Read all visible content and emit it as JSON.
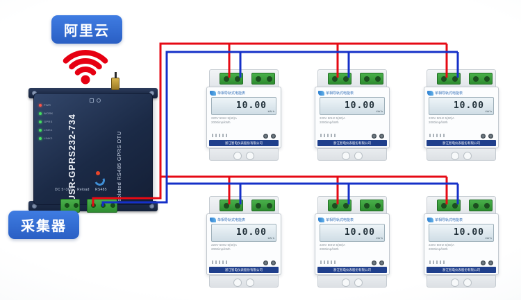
{
  "labels": {
    "cloud": "阿里云",
    "collector": "采集器"
  },
  "colors": {
    "wire_red": "#e60a14",
    "wire_blue": "#1530c8",
    "label_blue": "#2e6bd8",
    "device_navy": "#1d2b47",
    "terminal_green": "#36a038",
    "meter_brand_blue": "#2e7fd0",
    "wifi_red": "#e60012"
  },
  "icons": {
    "wifi": "wifi-signal-icon",
    "antenna": "sma-antenna-connector"
  },
  "dtu": {
    "model": "USR-GPRS232-734",
    "product": "Isolated RS485 GPRS DTU",
    "leds": [
      "PWR",
      "WORK",
      "GPRS",
      "LINK1",
      "LINK2"
    ],
    "port_power": "DC 5~36V",
    "port_reload": "Reload",
    "port_rs485": "RS485"
  },
  "meter": {
    "header": "单相导轨式电能表",
    "unit": "kW·h",
    "spec1": "220V 50Hz 5(60)A",
    "spec2": "2000imp/kWh",
    "company": "浙江智电仪表股份有限公司"
  },
  "meters": [
    {
      "display": "10.00"
    },
    {
      "display": "10.00"
    },
    {
      "display": "10.00"
    },
    {
      "display": "10.00"
    },
    {
      "display": "10.00"
    },
    {
      "display": "10.00"
    }
  ]
}
